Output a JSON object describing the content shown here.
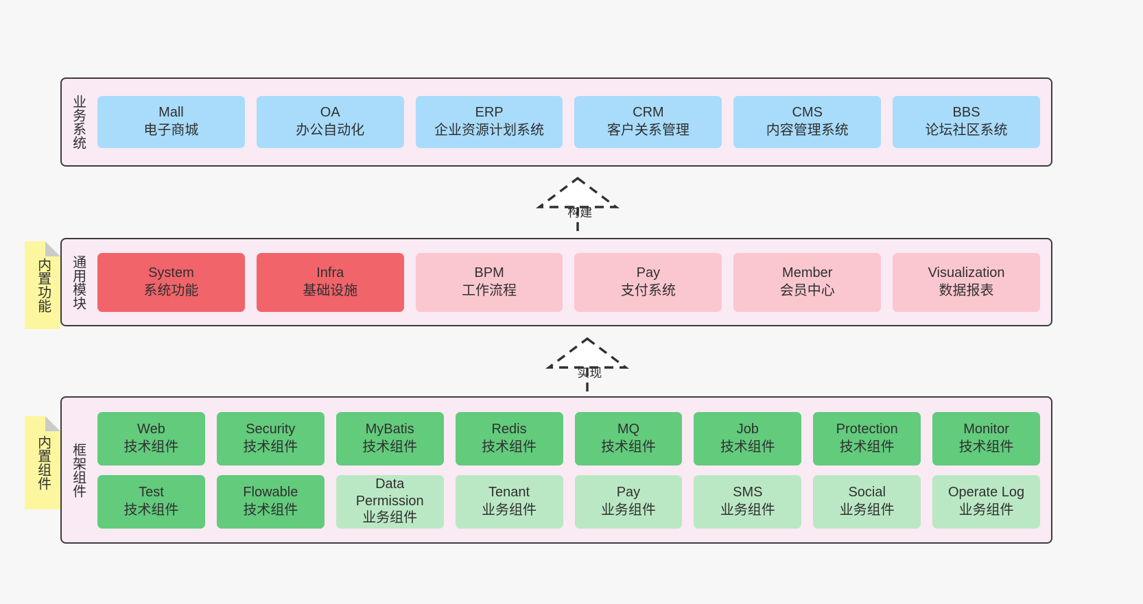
{
  "diagram": {
    "background_color": "#f7f7f7",
    "layer_fill": "#f9eaf4",
    "layer_border": "#3b3b3b",
    "note_fill": "#fcf79f",
    "colors": {
      "business_card": "#a9dcfb",
      "module_core": "#f0646a",
      "module_light": "#fbc7cf",
      "component_tech": "#63cb7c",
      "component_biz": "#bbe8c4"
    }
  },
  "layers": [
    {
      "id": "business-system",
      "title": "业务系统",
      "rows": [
        [
          {
            "en": "Mall",
            "cn": "电子商城",
            "style": "blue"
          },
          {
            "en": "OA",
            "cn": "办公自动化",
            "style": "blue"
          },
          {
            "en": "ERP",
            "cn": "企业资源计划系统",
            "style": "blue"
          },
          {
            "en": "CRM",
            "cn": "客户关系管理",
            "style": "blue"
          },
          {
            "en": "CMS",
            "cn": "内容管理系统",
            "style": "blue"
          },
          {
            "en": "BBS",
            "cn": "论坛社区系统",
            "style": "blue"
          }
        ]
      ]
    },
    {
      "id": "common-module",
      "title": "通用模块",
      "note": "内置功能",
      "rows": [
        [
          {
            "en": "System",
            "cn": "系统功能",
            "style": "red"
          },
          {
            "en": "Infra",
            "cn": "基础设施",
            "style": "red"
          },
          {
            "en": "BPM",
            "cn": "工作流程",
            "style": "pink"
          },
          {
            "en": "Pay",
            "cn": "支付系统",
            "style": "pink"
          },
          {
            "en": "Member",
            "cn": "会员中心",
            "style": "pink"
          },
          {
            "en": "Visualization",
            "cn": "数据报表",
            "style": "pink"
          }
        ]
      ]
    },
    {
      "id": "framework-component",
      "title": "框架组件",
      "note": "内置组件",
      "rows": [
        [
          {
            "en": "Web",
            "cn": "技术组件",
            "style": "green"
          },
          {
            "en": "Security",
            "cn": "技术组件",
            "style": "green"
          },
          {
            "en": "MyBatis",
            "cn": "技术组件",
            "style": "green"
          },
          {
            "en": "Redis",
            "cn": "技术组件",
            "style": "green"
          },
          {
            "en": "MQ",
            "cn": "技术组件",
            "style": "green"
          },
          {
            "en": "Job",
            "cn": "技术组件",
            "style": "green"
          },
          {
            "en": "Protection",
            "cn": "技术组件",
            "style": "green"
          },
          {
            "en": "Monitor",
            "cn": "技术组件",
            "style": "green"
          }
        ],
        [
          {
            "en": "Test",
            "cn": "技术组件",
            "style": "green"
          },
          {
            "en": "Flowable",
            "cn": "技术组件",
            "style": "green"
          },
          {
            "en": "Data Permission",
            "cn": "业务组件",
            "style": "lightgreen",
            "wrap": true
          },
          {
            "en": "Tenant",
            "cn": "业务组件",
            "style": "lightgreen"
          },
          {
            "en": "Pay",
            "cn": "业务组件",
            "style": "lightgreen"
          },
          {
            "en": "SMS",
            "cn": "业务组件",
            "style": "lightgreen"
          },
          {
            "en": "Social",
            "cn": "业务组件",
            "style": "lightgreen"
          },
          {
            "en": "Operate Log",
            "cn": "业务组件",
            "style": "lightgreen"
          }
        ]
      ]
    }
  ],
  "connectors": [
    {
      "id": "build",
      "label": "构建",
      "from": "common-module",
      "to": "business-system"
    },
    {
      "id": "implement",
      "label": "实现",
      "from": "framework-component",
      "to": "common-module"
    }
  ]
}
